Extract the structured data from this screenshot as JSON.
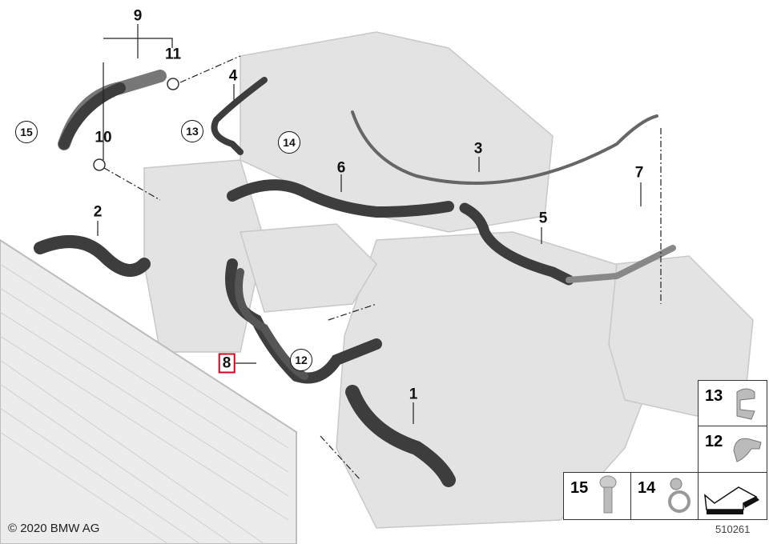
{
  "callouts": {
    "c1": "1",
    "c2": "2",
    "c3": "3",
    "c4": "4",
    "c5": "5",
    "c6": "6",
    "c7": "7",
    "c8": "8",
    "c9": "9",
    "c10": "10",
    "c11": "11",
    "c12": "12",
    "c13": "13",
    "c14": "14",
    "c15": "15"
  },
  "legend": {
    "items": [
      "13",
      "12",
      "15",
      "14"
    ]
  },
  "footer": {
    "copyright": "© 2020 BMW AG",
    "diagram_number": "510261"
  },
  "colors": {
    "highlight": "#d0021b",
    "hose": "#3a3a3a",
    "engine": "#d9d9d9"
  }
}
